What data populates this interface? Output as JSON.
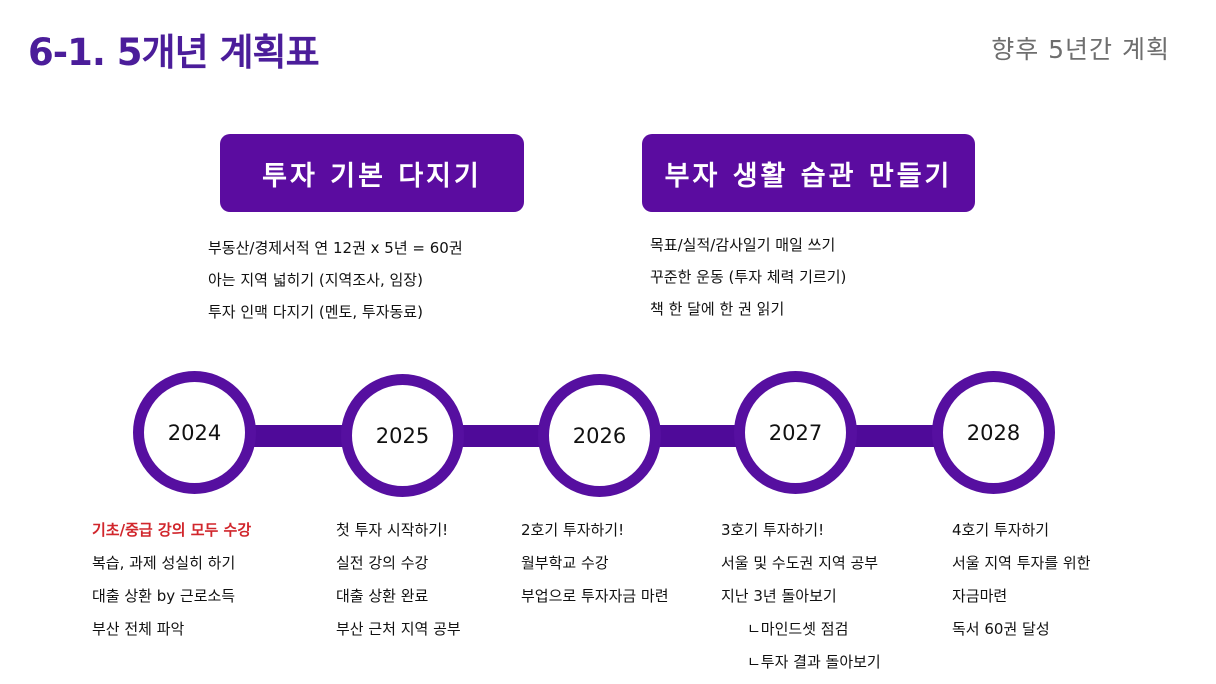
{
  "header": {
    "title": "6-1. 5개년 계획표",
    "subtitle": "향후 5년간 계획"
  },
  "goals": [
    {
      "title": "투자 기본 다지기",
      "items": [
        "부동산/경제서적 연 12권 x 5년 = 60권",
        "아는 지역 넓히기 (지역조사, 임장)",
        "투자 인맥 다지기 (멘토, 투자동료)"
      ]
    },
    {
      "title": "부자 생활 습관 만들기",
      "items": [
        "목표/실적/감사일기 매일 쓰기",
        "꾸준한 운동 (투자 체력 기르기)",
        "책 한 달에 한 권 읽기"
      ]
    }
  ],
  "timeline": [
    {
      "year": "2024",
      "items": [
        {
          "text": "기초/중급 강의 모두 수강",
          "highlight": true
        },
        {
          "text": "복습, 과제 성실히 하기"
        },
        {
          "text": "대출 상환 by 근로소득"
        },
        {
          "text": "부산 전체 파악"
        }
      ]
    },
    {
      "year": "2025",
      "items": [
        {
          "text": "첫 투자 시작하기!"
        },
        {
          "text": "실전 강의 수강"
        },
        {
          "text": "대출 상환 완료"
        },
        {
          "text": "부산 근처 지역 공부"
        }
      ]
    },
    {
      "year": "2026",
      "items": [
        {
          "text": "2호기 투자하기!"
        },
        {
          "text": "월부학교 수강"
        },
        {
          "text": "부업으로 투자자금 마련"
        }
      ]
    },
    {
      "year": "2027",
      "items": [
        {
          "text": "3호기 투자하기!"
        },
        {
          "text": "서울 및 수도권 지역 공부"
        },
        {
          "text": "지난 3년 돌아보기"
        },
        {
          "text": "ㄴ마인드셋 점검",
          "indent": true
        },
        {
          "text": "ㄴ투자 결과 돌아보기",
          "indent": true
        }
      ]
    },
    {
      "year": "2028",
      "items": [
        {
          "text": "4호기 투자하기"
        },
        {
          "text": "서울 지역 투자를 위한"
        },
        {
          "text": "자금마련"
        },
        {
          "text": "독서 60권 달성"
        }
      ]
    }
  ],
  "colors": {
    "title": "#4b1d9a",
    "box": "#5b0ca0",
    "timeline": "#4f0a99",
    "highlight": "#d1262c"
  }
}
